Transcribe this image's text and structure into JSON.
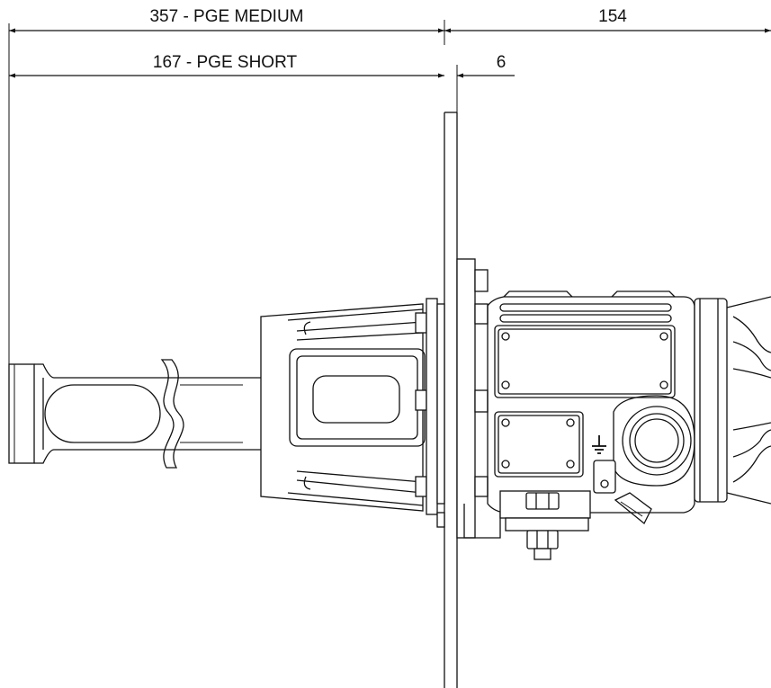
{
  "dimensions": {
    "pge_medium": "357 - PGE MEDIUM",
    "right_length": "154",
    "pge_short": "167 - PGE SHORT",
    "plate_thickness": "6"
  },
  "colors": {
    "line": "#111111",
    "background": "#ffffff"
  },
  "icons": {
    "ground": "ground-symbol-icon"
  }
}
